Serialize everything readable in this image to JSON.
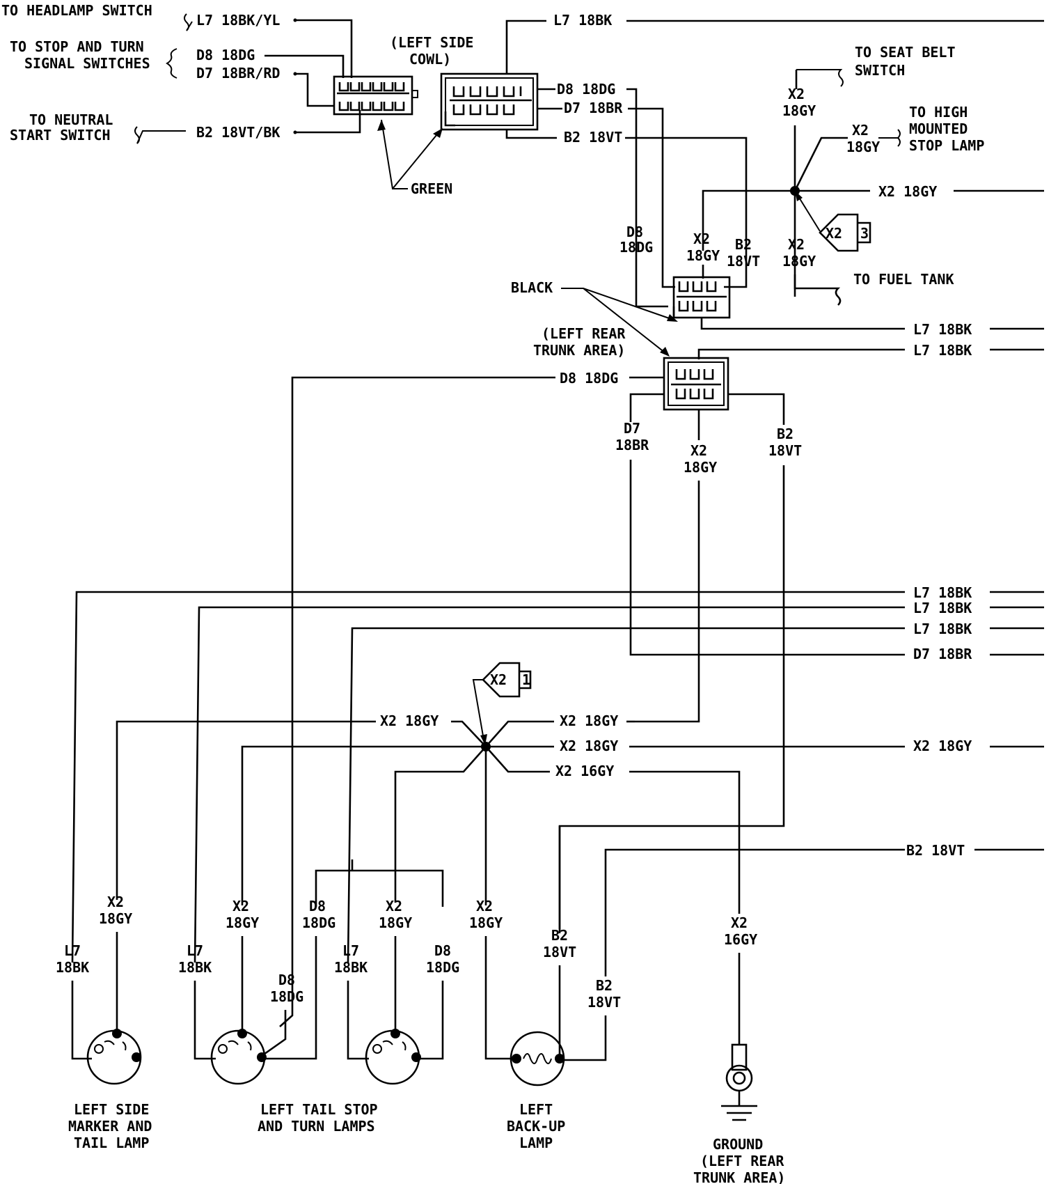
{
  "labels": {
    "headlamp": "TO HEADLAMP SWITCH",
    "stop_turn_1": "TO STOP AND TURN",
    "stop_turn_2": "SIGNAL SWITCHES",
    "neutral_1": "TO NEUTRAL",
    "neutral_2": "START SWITCH",
    "cowl_1": "(LEFT SIDE",
    "cowl_2": "COWL)",
    "green": "GREEN",
    "seatbelt_1": "TO SEAT BELT",
    "seatbelt_2": "SWITCH",
    "hmsl_1": "TO HIGH",
    "hmsl_2": "MOUNTED",
    "hmsl_3": "STOP LAMP",
    "fuel": "TO FUEL TANK",
    "black": "BLACK",
    "trunk_1": "(LEFT REAR",
    "trunk_2": "TRUNK AREA)",
    "lamp1_1": "LEFT SIDE",
    "lamp1_2": "MARKER AND",
    "lamp1_3": "TAIL LAMP",
    "lamp2_1": "LEFT TAIL STOP",
    "lamp2_2": "AND TURN LAMPS",
    "lamp3_1": "LEFT",
    "lamp3_2": "BACK-UP",
    "lamp3_3": "LAMP",
    "gnd_1": "GROUND",
    "gnd_2": "(LEFT REAR",
    "gnd_3": "TRUNK AREA)"
  },
  "splices": {
    "s3": "X2",
    "s3n": "3",
    "s1": "X2",
    "s1n": "1"
  },
  "wires": {
    "l7_bkyl": "L7 18BK/YL",
    "d8_a": "D8 18DG",
    "d7_brrd": "D7 18BR/RD",
    "b2_vtbk": "B2 18VT/BK",
    "l7_top": "L7 18BK",
    "d8_b": "D8 18DG",
    "d7_b": "D7 18BR",
    "b2_b": "B2 18VT",
    "x2_seat_1": "X2",
    "x2_seat_2": "18GY",
    "x2_hmsl_1": "X2",
    "x2_hmsl_2": "18GY",
    "x2_main": "X2 18GY",
    "d8_v_1": "D8",
    "d8_v_2": "18DG",
    "x2_v_1": "X2",
    "x2_v_2": "18GY",
    "b2_v_1": "B2",
    "b2_v_2": "18VT",
    "x2_fuel_1": "X2",
    "x2_fuel_2": "18GY",
    "l7_r1": "L7 18BK",
    "l7_r2": "L7 18BK",
    "d8_c": "D8 18DG",
    "d7_c_1": "D7",
    "d7_c_2": "18BR",
    "x2_c_1": "X2",
    "x2_c_2": "18GY",
    "b2_c_1": "B2",
    "b2_c_2": "18VT",
    "l7_m1": "L7 18BK",
    "l7_m2": "L7 18BK",
    "l7_m3": "L7 18BK",
    "d7_m": "D7 18BR",
    "x2_l1": "X2 18GY",
    "x2_r1": "X2 18GY",
    "x2_r2": "X2 18GY",
    "x2_r3": "X2 16GY",
    "x2_far": "X2 18GY",
    "b2_far": "B2 18VT",
    "lv_x2a_1": "X2",
    "lv_x2a_2": "18GY",
    "lv_l7a_1": "L7",
    "lv_l7a_2": "18BK",
    "lv_l7b_1": "L7",
    "lv_l7b_2": "18BK",
    "lv_x2b_1": "X2",
    "lv_x2b_2": "18GY",
    "lv_d8a_1": "D8",
    "lv_d8a_2": "18DG",
    "lv_d8b_1": "D8",
    "lv_d8b_2": "18DG",
    "lv_l7c_1": "L7",
    "lv_l7c_2": "18BK",
    "lv_x2c_1": "X2",
    "lv_x2c_2": "18GY",
    "lv_d8c_1": "D8",
    "lv_d8c_2": "18DG",
    "lv_x2d_1": "X2",
    "lv_x2d_2": "18GY",
    "lv_b2a_1": "B2",
    "lv_b2a_2": "18VT",
    "lv_b2b_1": "B2",
    "lv_b2b_2": "18VT",
    "lv_x2e_1": "X2",
    "lv_x2e_2": "16GY"
  }
}
